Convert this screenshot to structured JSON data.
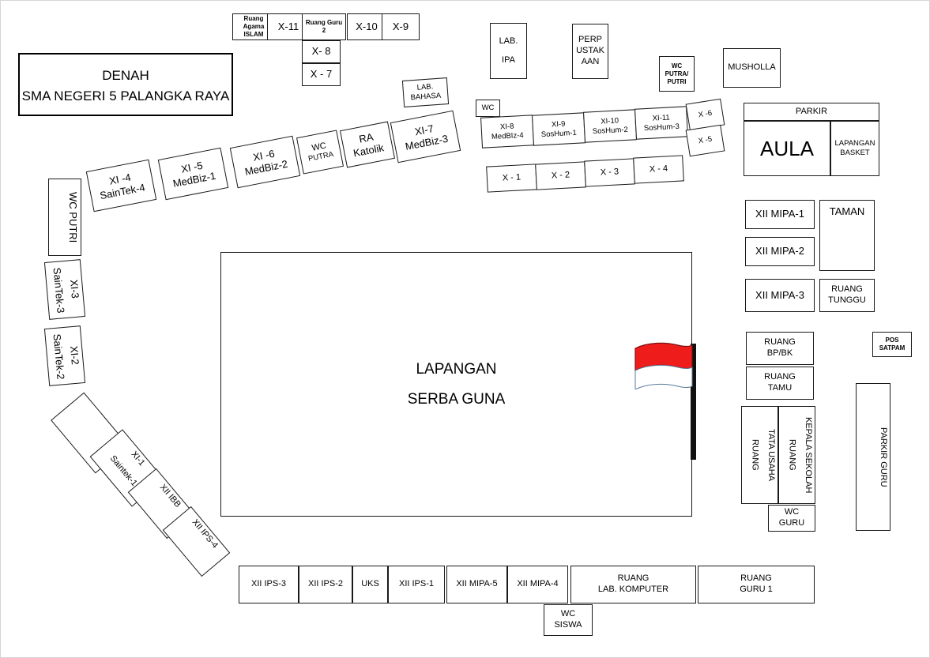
{
  "document": {
    "title_line1": "DENAH",
    "title_line2": "SMA NEGERI 5 PALANGKA RAYA"
  },
  "field": {
    "line1": "LAPANGAN",
    "line2": "SERBA GUNA"
  },
  "flag": {
    "name": "indonesian-flag",
    "red": "#ef1c1c",
    "white": "#ffffff",
    "pole": "#111111"
  },
  "rooms": {
    "top_strip": [
      {
        "l1": "Ruang Agama",
        "l2": "ISLAM"
      },
      {
        "l1": "X-11",
        "l2": ""
      },
      {
        "l1": "Ruang Guru",
        "l2": "2"
      },
      {
        "l1": "X-10",
        "l2": ""
      },
      {
        "l1": "X-9",
        "l2": ""
      }
    ],
    "top_stack": [
      {
        "l1": "X- 8",
        "l2": ""
      },
      {
        "l1": "X - 7",
        "l2": ""
      }
    ],
    "top_right": [
      {
        "l1": "LAB.",
        "l2": "IPA"
      },
      {
        "l1": "PERP",
        "l2": "USTAK",
        "l3": "AAN"
      },
      {
        "l1": "WC",
        "l2": "PUTRA/",
        "l3": "PUTRI"
      },
      {
        "l1": "MUSHOLLA",
        "l2": ""
      }
    ],
    "lab_bahasa": {
      "l1": "LAB.",
      "l2": "BAHASA"
    },
    "wc_small": {
      "l1": "WC",
      "l2": ""
    },
    "xi_row": [
      {
        "l1": "XI-8",
        "l2": "MedBIz-4"
      },
      {
        "l1": "XI-9",
        "l2": "SosHum-1"
      },
      {
        "l1": "XI-10",
        "l2": "SosHum-2"
      },
      {
        "l1": "XI-11",
        "l2": "SosHum-3"
      }
    ],
    "x_row": [
      {
        "l1": "X - 1",
        "l2": ""
      },
      {
        "l1": "X - 2",
        "l2": ""
      },
      {
        "l1": "X - 3",
        "l2": ""
      },
      {
        "l1": "X - 4",
        "l2": ""
      }
    ],
    "x_pair": [
      {
        "l1": "X -6",
        "l2": ""
      },
      {
        "l1": "X -5",
        "l2": ""
      }
    ],
    "diag_top_left": [
      {
        "l1": "XI -4",
        "l2": "SainTek-4"
      },
      {
        "l1": "XI -5",
        "l2": "MedBiz-1"
      },
      {
        "l1": "XI -6",
        "l2": "MedBiz-2"
      },
      {
        "l1": "WC",
        "l2": "PUTRA"
      },
      {
        "l1": "RA",
        "l2": "Katolik"
      },
      {
        "l1": "XI-7",
        "l2": "MedBiz-3"
      }
    ],
    "left_column": [
      {
        "l1": "WC PUTRI",
        "l2": ""
      },
      {
        "l1": "XI-3",
        "l2": "SainTek-3"
      },
      {
        "l1": "XI-2",
        "l2": "SainTek-2"
      }
    ],
    "diag_bottom_left": [
      {
        "l1": "",
        "l2": ""
      },
      {
        "l1": "XI-1",
        "l2": "Saintek-1"
      },
      {
        "l1": "XII IBB",
        "l2": ""
      },
      {
        "l1": "XII IPS-4",
        "l2": ""
      }
    ],
    "right_top": [
      {
        "l1": "PARKIR",
        "l2": ""
      },
      {
        "l1": "AULA",
        "l2": ""
      },
      {
        "l1": "LAPANGAN",
        "l2": "BASKET"
      }
    ],
    "right_mid": [
      {
        "l1": "XII MIPA-1",
        "l2": ""
      },
      {
        "l1": "XII MIPA-2",
        "l2": ""
      },
      {
        "l1": "XII MIPA-3",
        "l2": ""
      },
      {
        "l1": "TAMAN",
        "l2": ""
      },
      {
        "l1": "RUANG",
        "l2": "TUNGGU"
      }
    ],
    "right_bottom": [
      {
        "l1": "RUANG",
        "l2": "BP/BK"
      },
      {
        "l1": "RUANG",
        "l2": "TAMU"
      },
      {
        "l1": "RUANG",
        "l2": "TATA USAHA"
      },
      {
        "l1": "RUANG",
        "l2": "KEPALA SEKOLAH"
      },
      {
        "l1": "WC",
        "l2": "GURU"
      },
      {
        "l1": "POS",
        "l2": "SATPAM"
      },
      {
        "l1": "PARKIR GURU",
        "l2": ""
      }
    ],
    "bottom_row": [
      {
        "l1": "XII IPS-3",
        "l2": ""
      },
      {
        "l1": "XII IPS-2",
        "l2": ""
      },
      {
        "l1": "UKS",
        "l2": ""
      },
      {
        "l1": "XII IPS-1",
        "l2": ""
      },
      {
        "l1": "XII MIPA-5",
        "l2": ""
      },
      {
        "l1": "XII MIPA-4",
        "l2": ""
      },
      {
        "l1": "RUANG",
        "l2": "LAB. KOMPUTER"
      },
      {
        "l1": "RUANG",
        "l2": "GURU 1"
      }
    ],
    "wc_siswa": {
      "l1": "WC",
      "l2": "SISWA"
    }
  }
}
